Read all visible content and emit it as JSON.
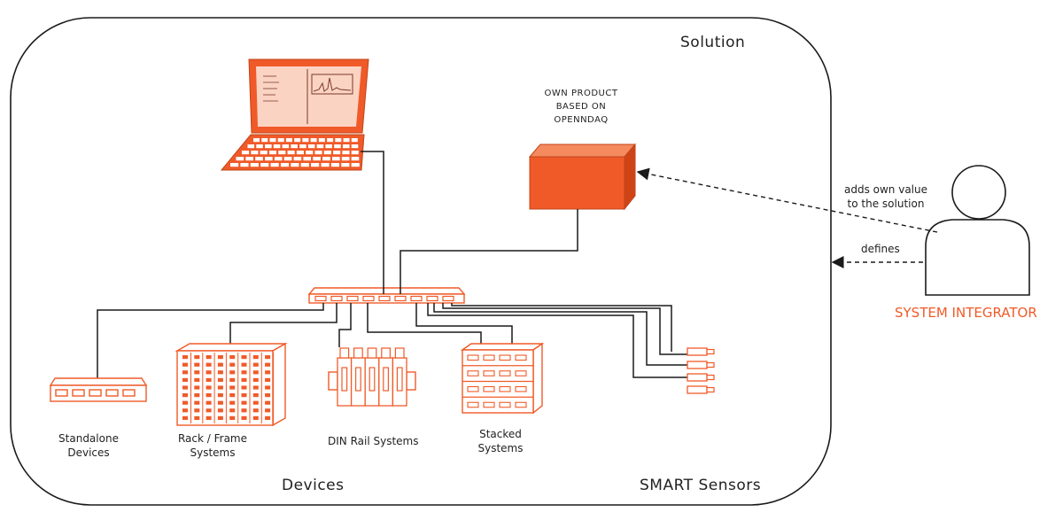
{
  "solution_label": "Solution",
  "own_product": {
    "line1": "OWN PRODUCT",
    "line2": "BASED ON",
    "line3": "OPENNDAQ"
  },
  "arrows": {
    "adds_line1": "adds own value",
    "adds_line2": "to the solution",
    "defines": "defines"
  },
  "system_integrator": "SYSTEM INTEGRATOR",
  "devices": {
    "standalone_line1": "Standalone",
    "standalone_line2": "Devices",
    "rack_line1": "Rack / Frame",
    "rack_line2": "Systems",
    "din": "DIN Rail Systems",
    "stacked_line1": "Stacked",
    "stacked_line2": "Systems"
  },
  "group_labels": {
    "devices": "Devices",
    "smart_sensors": "SMART Sensors"
  },
  "colors": {
    "accent": "#f05a28",
    "accent_light": "#fbd3c3",
    "line": "#1a1a1a"
  }
}
